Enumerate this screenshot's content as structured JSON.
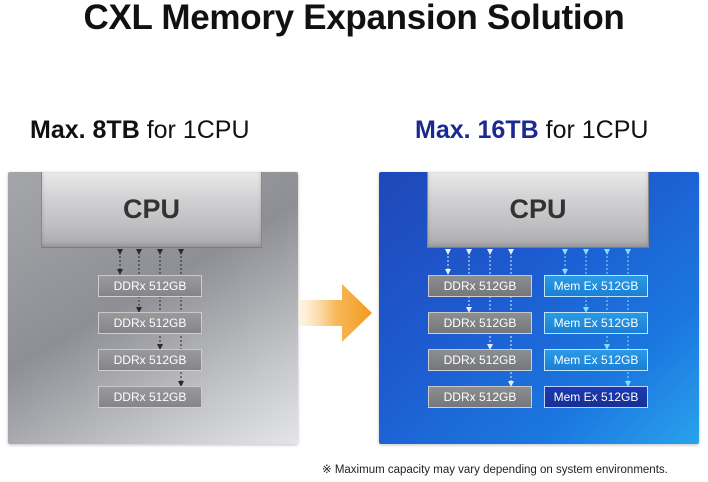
{
  "title": "CXL Memory Expansion Solution",
  "left": {
    "heading_bold": "Max. 8TB",
    "heading_rest": " for 1CPU",
    "cpu_label": "CPU",
    "modules": [
      "DDRx 512GB",
      "DDRx 512GB",
      "DDRx 512GB",
      "DDRx 512GB"
    ]
  },
  "right": {
    "heading_bold": "Max. 16TB",
    "heading_rest": " for 1CPU",
    "cpu_label": "CPU",
    "ddr_modules": [
      "DDRx 512GB",
      "DDRx 512GB",
      "DDRx 512GB",
      "DDRx 512GB"
    ],
    "cxl_modules": [
      "Mem Ex 512GB",
      "Mem Ex 512GB",
      "Mem Ex 512GB",
      "Mem Ex 512GB"
    ]
  },
  "footnote": "※ Maximum capacity may vary depending on system environments.",
  "colors": {
    "accent_blue": "#1a2a8f",
    "arrow_orange": "#f39a1e",
    "cxl_module_light": "#2b9be6",
    "cxl_module_dark": "#1c3bb0"
  },
  "icons": [
    "right-arrow-icon"
  ]
}
